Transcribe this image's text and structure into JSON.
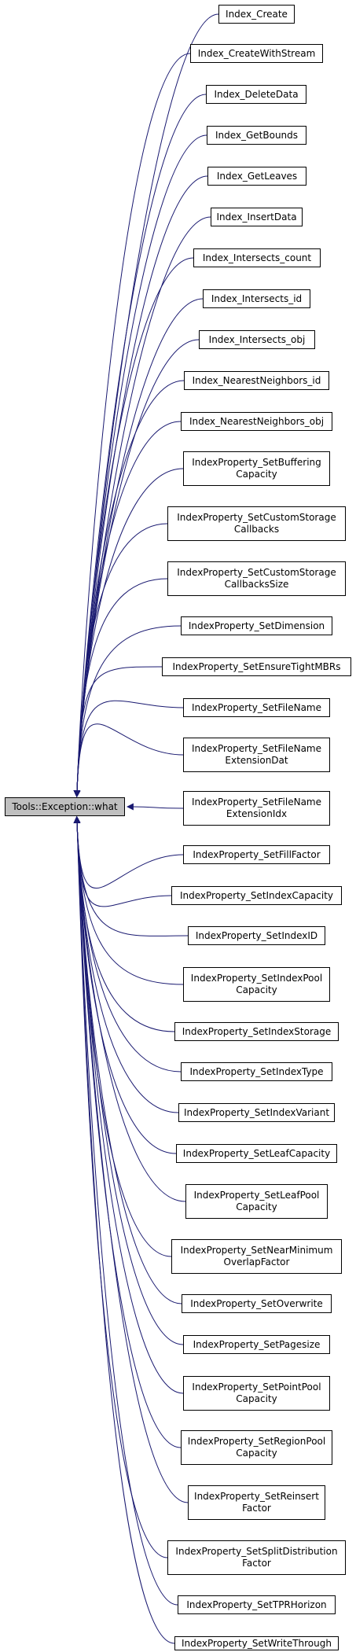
{
  "graph": {
    "edge_color": "#191970",
    "root_fill": "#bfbfbf",
    "root": {
      "label": "Tools::Exception::what"
    },
    "callers": [
      {
        "label": "Index_Create"
      },
      {
        "label": "Index_CreateWithStream"
      },
      {
        "label": "Index_DeleteData"
      },
      {
        "label": "Index_GetBounds"
      },
      {
        "label": "Index_GetLeaves"
      },
      {
        "label": "Index_InsertData"
      },
      {
        "label": "Index_Intersects_count"
      },
      {
        "label": "Index_Intersects_id"
      },
      {
        "label": "Index_Intersects_obj"
      },
      {
        "label": "Index_NearestNeighbors_id"
      },
      {
        "label": "Index_NearestNeighbors_obj"
      },
      {
        "label": "IndexProperty_SetBuffering\nCapacity"
      },
      {
        "label": "IndexProperty_SetCustomStorage\nCallbacks"
      },
      {
        "label": "IndexProperty_SetCustomStorage\nCallbacksSize"
      },
      {
        "label": "IndexProperty_SetDimension"
      },
      {
        "label": "IndexProperty_SetEnsureTightMBRs"
      },
      {
        "label": "IndexProperty_SetFileName"
      },
      {
        "label": "IndexProperty_SetFileName\nExtensionDat"
      },
      {
        "label": "IndexProperty_SetFileName\nExtensionIdx"
      },
      {
        "label": "IndexProperty_SetFillFactor"
      },
      {
        "label": "IndexProperty_SetIndexCapacity"
      },
      {
        "label": "IndexProperty_SetIndexID"
      },
      {
        "label": "IndexProperty_SetIndexPool\nCapacity"
      },
      {
        "label": "IndexProperty_SetIndexStorage"
      },
      {
        "label": "IndexProperty_SetIndexType"
      },
      {
        "label": "IndexProperty_SetIndexVariant"
      },
      {
        "label": "IndexProperty_SetLeafCapacity"
      },
      {
        "label": "IndexProperty_SetLeafPool\nCapacity"
      },
      {
        "label": "IndexProperty_SetNearMinimum\nOverlapFactor"
      },
      {
        "label": "IndexProperty_SetOverwrite"
      },
      {
        "label": "IndexProperty_SetPagesize"
      },
      {
        "label": "IndexProperty_SetPointPool\nCapacity"
      },
      {
        "label": "IndexProperty_SetRegionPool\nCapacity"
      },
      {
        "label": "IndexProperty_SetReinsert\nFactor"
      },
      {
        "label": "IndexProperty_SetSplitDistribution\nFactor"
      },
      {
        "label": "IndexProperty_SetTPRHorizon"
      },
      {
        "label": "IndexProperty_SetWriteThrough"
      }
    ]
  }
}
